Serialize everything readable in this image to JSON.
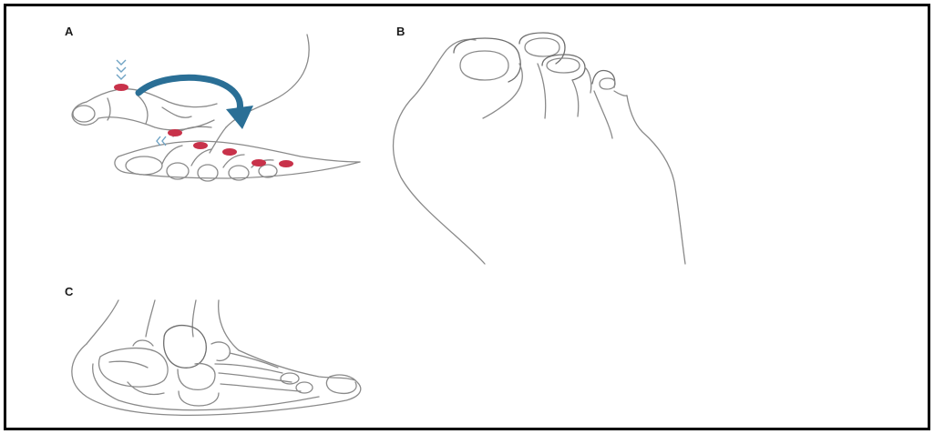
{
  "figure": {
    "panels": [
      {
        "label": "A"
      },
      {
        "label": "B"
      },
      {
        "label": "C"
      }
    ]
  },
  "colors": {
    "border": "#000000",
    "outline": "#8a8a8a",
    "pressure_dot": "#c8324a",
    "arrow": "#2a6f96",
    "chevron": "#6fa3c4"
  },
  "icons": {
    "arrow": "curved-arrow-icon",
    "pressure_marker": "red-dot-icon",
    "pressure_direction": "chevron-down-icon"
  }
}
